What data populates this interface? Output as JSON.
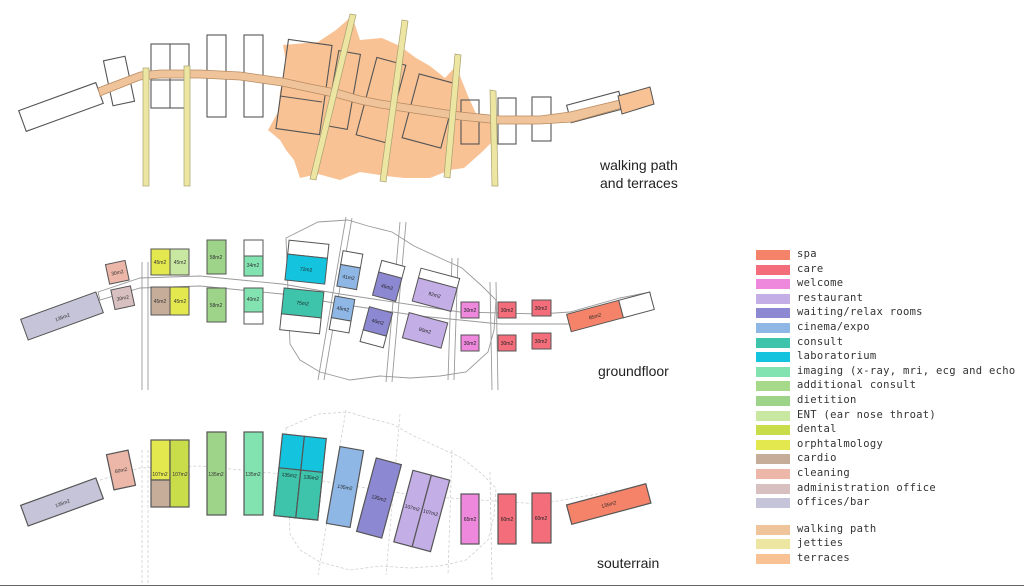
{
  "captions": {
    "walking": [
      "walking path",
      "and terraces"
    ],
    "groundfloor": "groundfloor",
    "souterrain": "souterrain"
  },
  "legend": {
    "program": [
      {
        "label": "spa",
        "color": "#f5836a"
      },
      {
        "label": "care",
        "color": "#f36e7a"
      },
      {
        "label": "welcome",
        "color": "#ee88dd"
      },
      {
        "label": "restaurant",
        "color": "#c3aee6"
      },
      {
        "label": "waiting/relax rooms",
        "color": "#8d88d2"
      },
      {
        "label": "cinema/expo",
        "color": "#8fb7e6"
      },
      {
        "label": "consult",
        "color": "#3dc4ab"
      },
      {
        "label": "laboratorium",
        "color": "#14c4de"
      },
      {
        "label": "imaging (x-ray, mri, ecg and echo",
        "color": "#82e3b0"
      },
      {
        "label": "additional consult",
        "color": "#a6d98a"
      },
      {
        "label": "dietition",
        "color": "#9ed38a"
      },
      {
        "label": "ENT (ear nose throat)",
        "color": "#c8e8a2"
      },
      {
        "label": "dental",
        "color": "#c9dd4b"
      },
      {
        "label": "orphtalmology",
        "color": "#e4e84f"
      },
      {
        "label": "cardio",
        "color": "#c6ad9a"
      },
      {
        "label": "cleaning",
        "color": "#ecb6a8"
      },
      {
        "label": "administration office",
        "color": "#d9c0c0"
      },
      {
        "label": "offices/bar",
        "color": "#c6c4d8"
      }
    ],
    "circulation": [
      {
        "label": "walking path",
        "color": "#f0c49a"
      },
      {
        "label": "jetties",
        "color": "#ece6a2"
      },
      {
        "label": "terraces",
        "color": "#f8c295"
      }
    ]
  },
  "colors": {
    "path": "#f0c49a",
    "terrace": "#f8c295",
    "jetty": "#ece6a2",
    "line": "#555555",
    "faint": "#b0b0b0",
    "faint2": "#d4d4d4"
  },
  "groundfloor_labels": {
    "b0": "135m2",
    "b1a": "30m2",
    "b1b": "30m2",
    "b2a": "45m2",
    "b2b": "45m2",
    "b2c": "45m2",
    "b2d": "45m2",
    "b3a": "58m2",
    "b3b": "58m2",
    "b4a": "34m2",
    "b4b": "40m2",
    "b5a": "72m2",
    "b5b": "75m2",
    "b6a": "41m2",
    "b6b": "45m2",
    "b7a": "45m2",
    "b7b": "46m2",
    "b8a": "92m2",
    "b8b": "90m2",
    "b9a": "30m2",
    "b9b": "30m2",
    "b10a": "30m2",
    "b10b": "30m2",
    "b11a": "30m2",
    "b11b": "30m2",
    "b12": "85m2"
  },
  "souterrain_labels": {
    "s0": "135m2",
    "s1": "60m2",
    "s2a": "107m2",
    "s2b": "107m2",
    "s3": "135m2",
    "s4": "135m2",
    "s5a": "135m2",
    "s5b": "135m2",
    "s6": "135m2",
    "s7": "135m2",
    "s8a": "107m2",
    "s8b": "107m2",
    "s9": "65m2",
    "s10": "60m2",
    "s11": "60m2",
    "s12": "135m2"
  }
}
